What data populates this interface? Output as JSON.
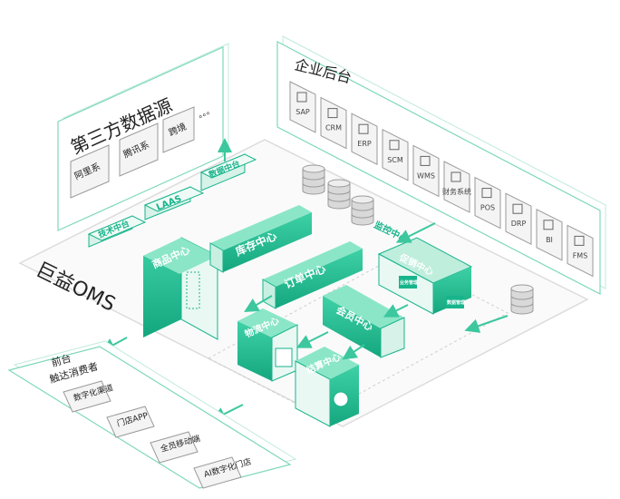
{
  "third_party": {
    "title": "第三方数据源",
    "items": [
      "阿里系",
      "腾讯系",
      "跨境"
    ],
    "ellipsis": "。。。"
  },
  "enterprise": {
    "title": "企业后台",
    "items": [
      "SAP",
      "CRM",
      "ERP",
      "SCM",
      "WMS",
      "财务系统",
      "POS",
      "DRP",
      "BI",
      "FMS"
    ]
  },
  "platform": {
    "brand": "巨益OMS"
  },
  "modules": {
    "tech": "技术中台",
    "laas": "LAAS",
    "data": "数据中台",
    "product": "商品中心",
    "inventory": "库存中心",
    "order": "订单中心",
    "monitor": "监控中心",
    "logistics": "物流中心",
    "member": "会员中心",
    "promotion": "促销中心",
    "settlement": "结算中心",
    "sub_label_a": "业务管理",
    "sub_label_b": "数据管理"
  },
  "frontend": {
    "title": "前台触达消费者",
    "items": [
      "数字化渠道",
      "门店APP",
      "全员移动端",
      "AI数字化门店"
    ]
  },
  "colors": {
    "accent": "#18b48c",
    "accent_dark": "#0f9a76",
    "accent_light": "#d8f3ea",
    "frame": "#8fe0c8"
  }
}
